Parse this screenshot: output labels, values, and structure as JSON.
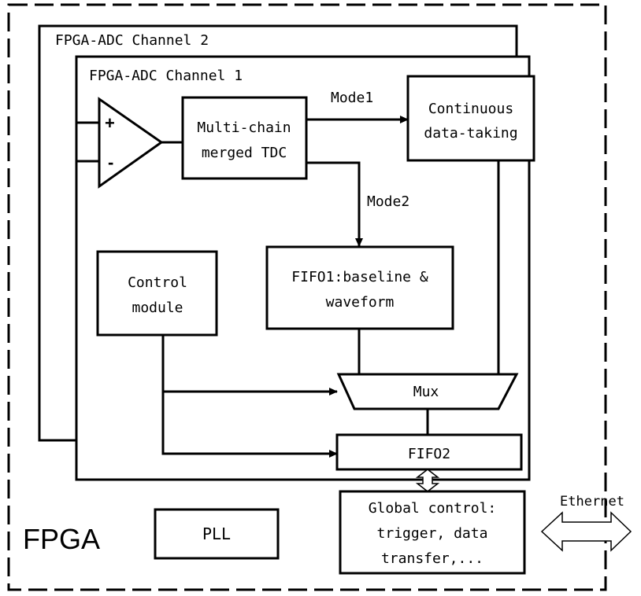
{
  "fpga": {
    "label": "FPGA"
  },
  "channel2": {
    "title": "FPGA-ADC Channel 2"
  },
  "channel1": {
    "title": "FPGA-ADC Channel 1"
  },
  "comparator": {
    "plus": "+",
    "minus": "-"
  },
  "tdc": {
    "line1": "Multi-chain",
    "line2": "merged TDC"
  },
  "continuous": {
    "line1": "Continuous",
    "line2": "data-taking"
  },
  "mode1": "Mode1",
  "mode2": "Mode2",
  "control_module": {
    "line1": "Control",
    "line2": "module"
  },
  "fifo1": {
    "line1": "FIFO1:baseline &",
    "line2": "waveform"
  },
  "mux": "Mux",
  "fifo2": "FIFO2",
  "pll": "PLL",
  "global_control": {
    "line1": "Global control:",
    "line2": "trigger, data",
    "line3": "transfer,..."
  },
  "ethernet": "Ethernet"
}
